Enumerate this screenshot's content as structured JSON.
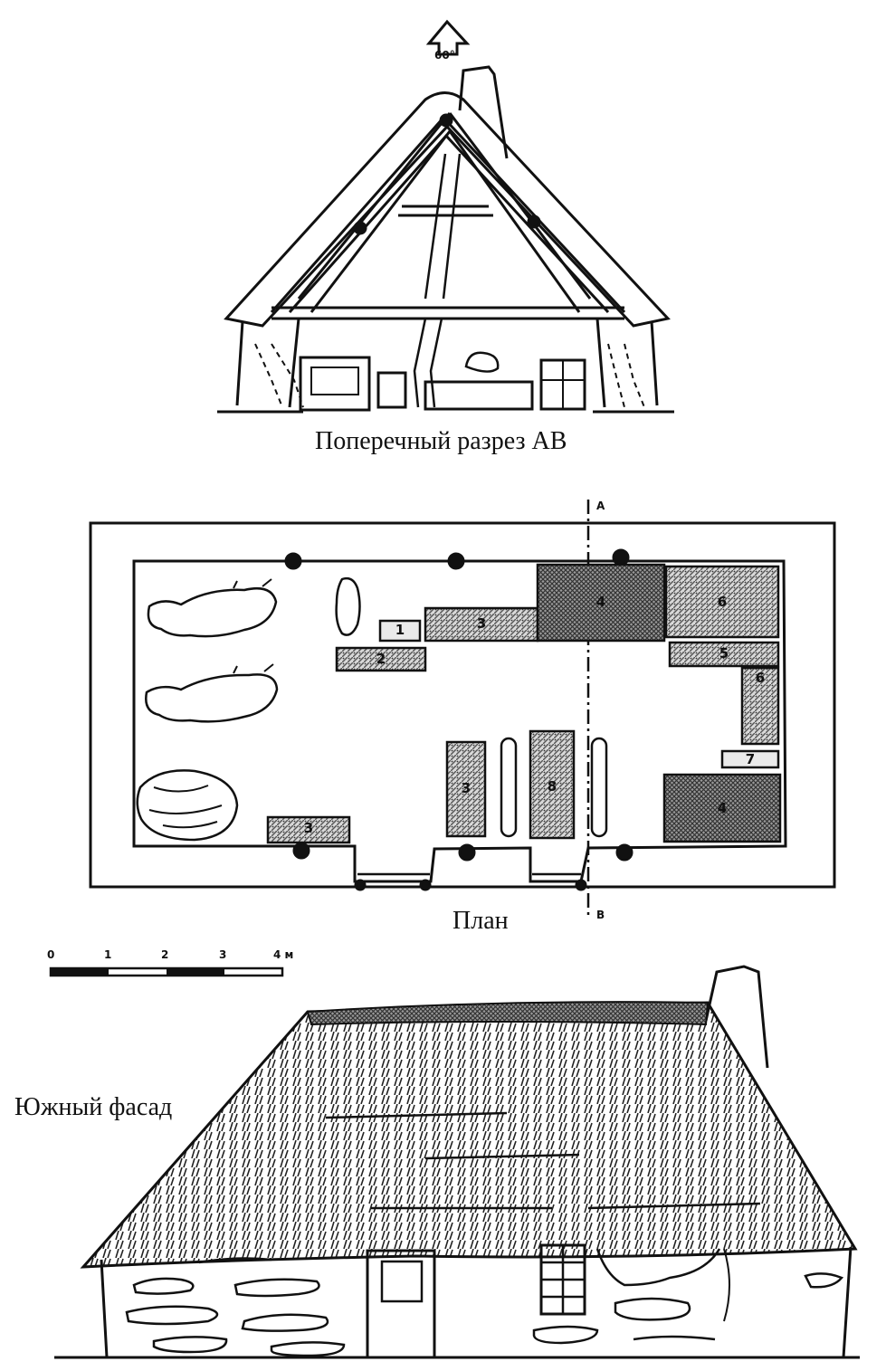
{
  "section": {
    "title": "Поперечный разрез АВ",
    "roof_angle_label": "60°"
  },
  "plan": {
    "title": "План",
    "cut_marker_top": "A",
    "cut_marker_bottom": "B",
    "zones": [
      {
        "id": "1",
        "label": "1"
      },
      {
        "id": "2",
        "label": "2"
      },
      {
        "id": "3a",
        "label": "3"
      },
      {
        "id": "4a",
        "label": "4"
      },
      {
        "id": "6a",
        "label": "6"
      },
      {
        "id": "5",
        "label": "5"
      },
      {
        "id": "6b",
        "label": "6"
      },
      {
        "id": "7",
        "label": "7"
      },
      {
        "id": "4b",
        "label": "4"
      },
      {
        "id": "3b",
        "label": "3"
      },
      {
        "id": "8",
        "label": "8"
      },
      {
        "id": "3c",
        "label": "3"
      }
    ]
  },
  "scale": {
    "ticks": [
      "0",
      "1",
      "2",
      "3",
      "4 м"
    ]
  },
  "facade": {
    "title": "Южный фасад"
  },
  "colors": {
    "ink": "#111111",
    "hatch": "#8a8a8a",
    "dark_hatch": "#555555",
    "paper": "#ffffff"
  }
}
